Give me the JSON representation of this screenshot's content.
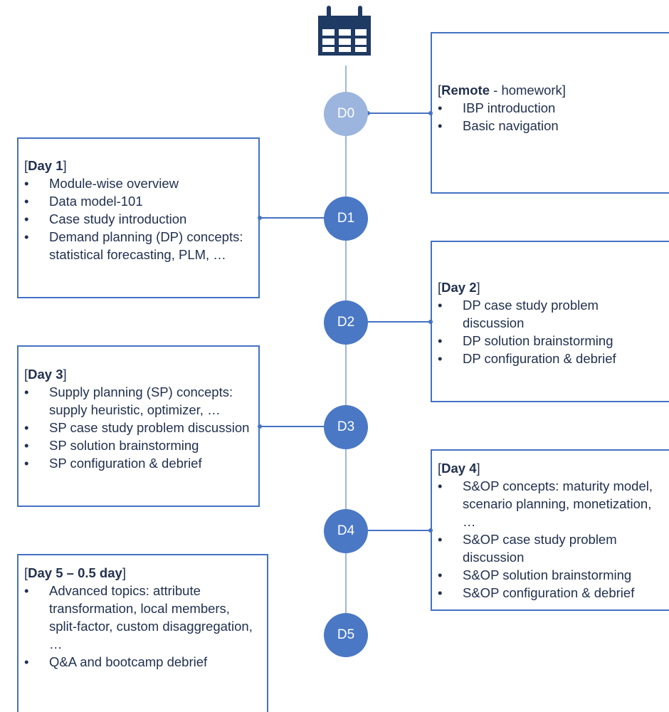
{
  "nodes": [
    "D0",
    "D1",
    "D2",
    "D3",
    "D4",
    "D5"
  ],
  "cards": {
    "d0": {
      "title_prefix": "[",
      "title_bold": "Remote",
      "title_rest": " - homework]",
      "items": [
        "IBP introduction",
        "Basic navigation"
      ]
    },
    "d1": {
      "title_prefix": "[",
      "title_bold": "Day 1",
      "title_rest": "]",
      "items": [
        "Module-wise overview",
        "Data model-101",
        "Case study introduction",
        "Demand planning (DP) concepts: statistical forecasting, PLM, …"
      ]
    },
    "d2": {
      "title_prefix": "[",
      "title_bold": "Day 2",
      "title_rest": "]",
      "items": [
        "DP case study problem discussion",
        "DP solution brainstorming",
        "DP configuration & debrief"
      ]
    },
    "d3": {
      "title_prefix": "[",
      "title_bold": "Day 3",
      "title_rest": "]",
      "items": [
        "Supply planning (SP) concepts: supply heuristic, optimizer, …",
        "SP case study problem discussion",
        "SP solution brainstorming",
        "SP configuration & debrief"
      ]
    },
    "d4": {
      "title_prefix": "[",
      "title_bold": "Day 4",
      "title_rest": "]",
      "items": [
        "S&OP concepts: maturity model, scenario planning, monetization, …",
        "S&OP case study problem discussion",
        "S&OP solution brainstorming",
        "S&OP configuration & debrief"
      ]
    },
    "d5": {
      "title_prefix": "[",
      "title_bold": "Day 5 – 0.5 day",
      "title_rest": "]",
      "items": [
        "Advanced topics: attribute transformation, local members, split-factor, custom disaggregation, …",
        "Q&A and bootcamp debrief"
      ]
    }
  },
  "colors": {
    "node_dark": "#4a78c5",
    "node_light": "#9bb5de",
    "border": "#4472c4",
    "timeline": "#9fb6dc",
    "icon": "#1f3a63"
  },
  "icons": {
    "header": "calendar-icon"
  }
}
